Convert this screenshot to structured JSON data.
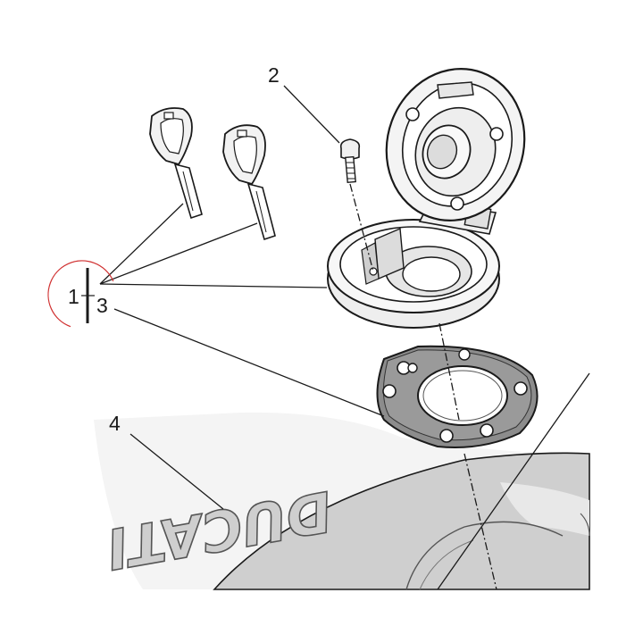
{
  "callouts": {
    "c1": "1",
    "c2": "2",
    "c3": "3",
    "c4": "4"
  },
  "tank_logo": "DUCATI",
  "colors": {
    "line": "#1a1a1a",
    "tank": "#cfcfcf",
    "tank_dark": "#9a9a9a",
    "gasket": "#8c8c8c",
    "part_light": "#eeeeee",
    "marker_circle": "#d03030"
  }
}
